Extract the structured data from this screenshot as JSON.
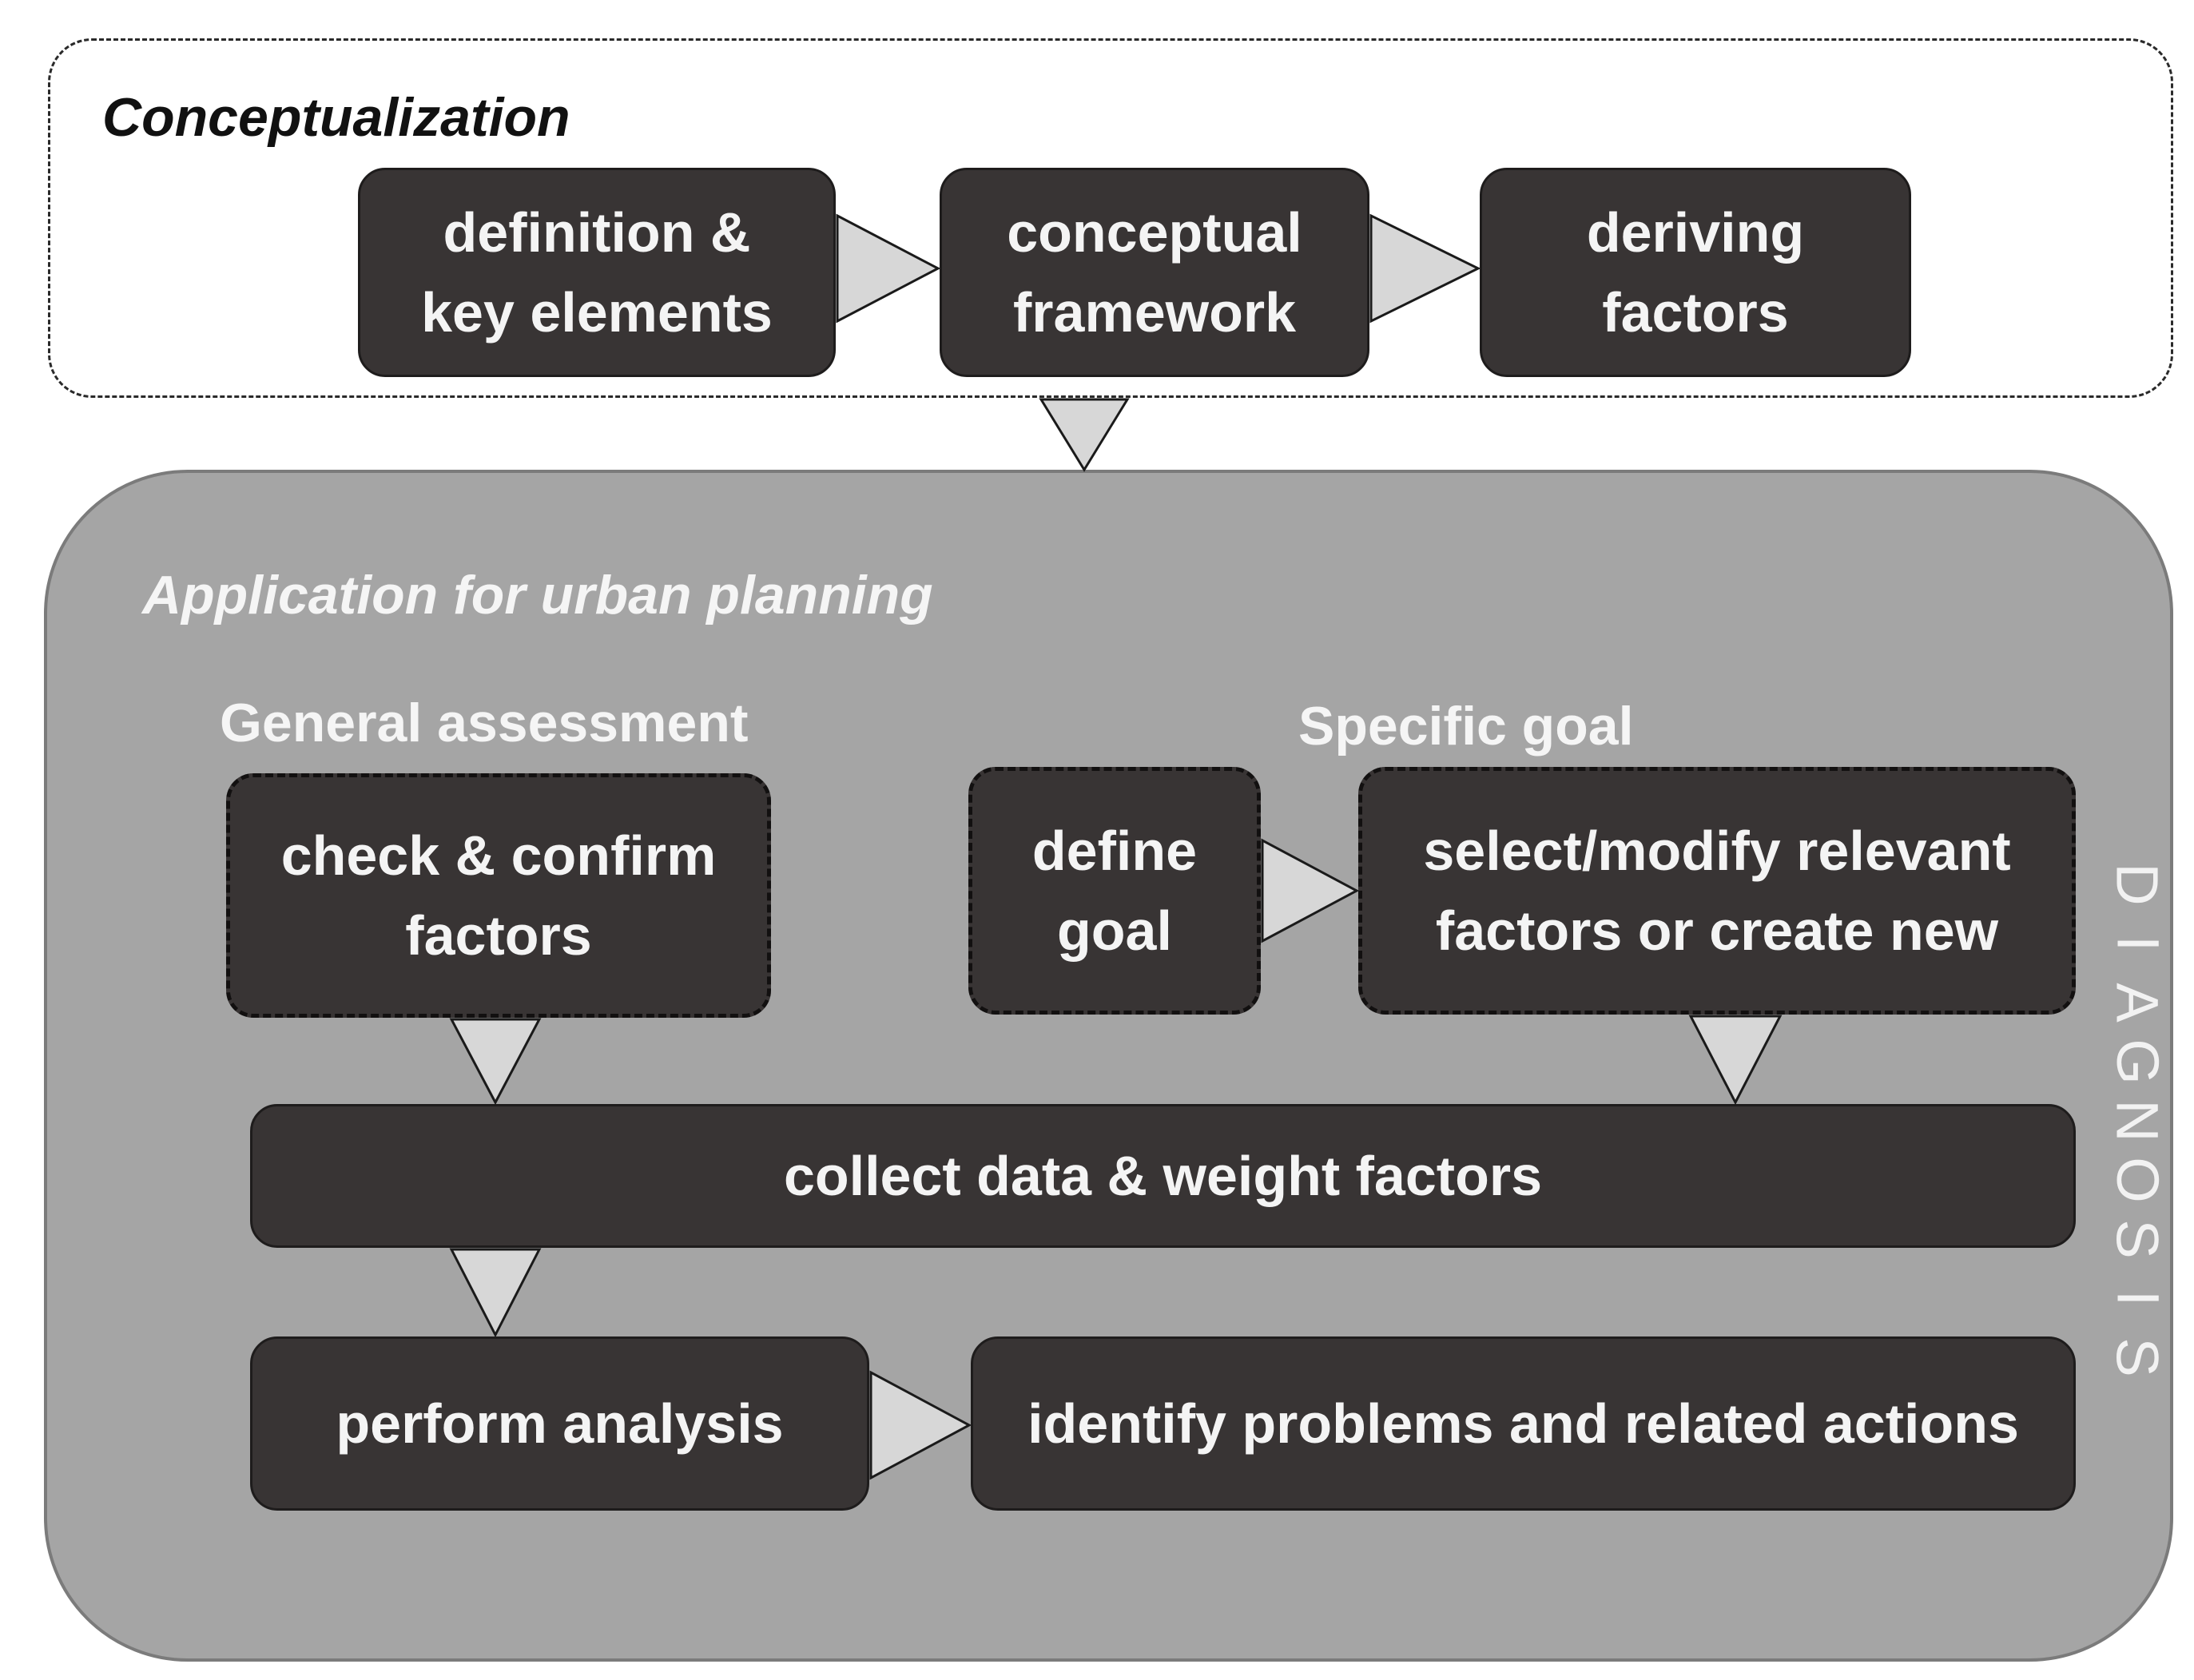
{
  "conceptualization": {
    "title": "Conceptualization",
    "steps": [
      "definition &\nkey elements",
      "conceptual\nframework",
      "deriving\nfactors"
    ]
  },
  "application": {
    "title": "Application for urban planning",
    "general_assessment": {
      "label": "General assessment",
      "step": "check & confirm\nfactors"
    },
    "specific_goal": {
      "label": "Specific goal",
      "define_step": "define\ngoal",
      "select_step": "select/modify relevant\nfactors or create new"
    },
    "collect_step": "collect data & weight factors",
    "analysis_step": "perform analysis",
    "identify_step": "identify problems and related actions",
    "side_label": [
      "D",
      "I",
      "A",
      "G",
      "N",
      "O",
      "S",
      "I",
      "S"
    ]
  },
  "colors": {
    "box_fill": "#383434",
    "frame_fill": "#a5a5a5",
    "arrow_fill": "#d7d7d7"
  }
}
